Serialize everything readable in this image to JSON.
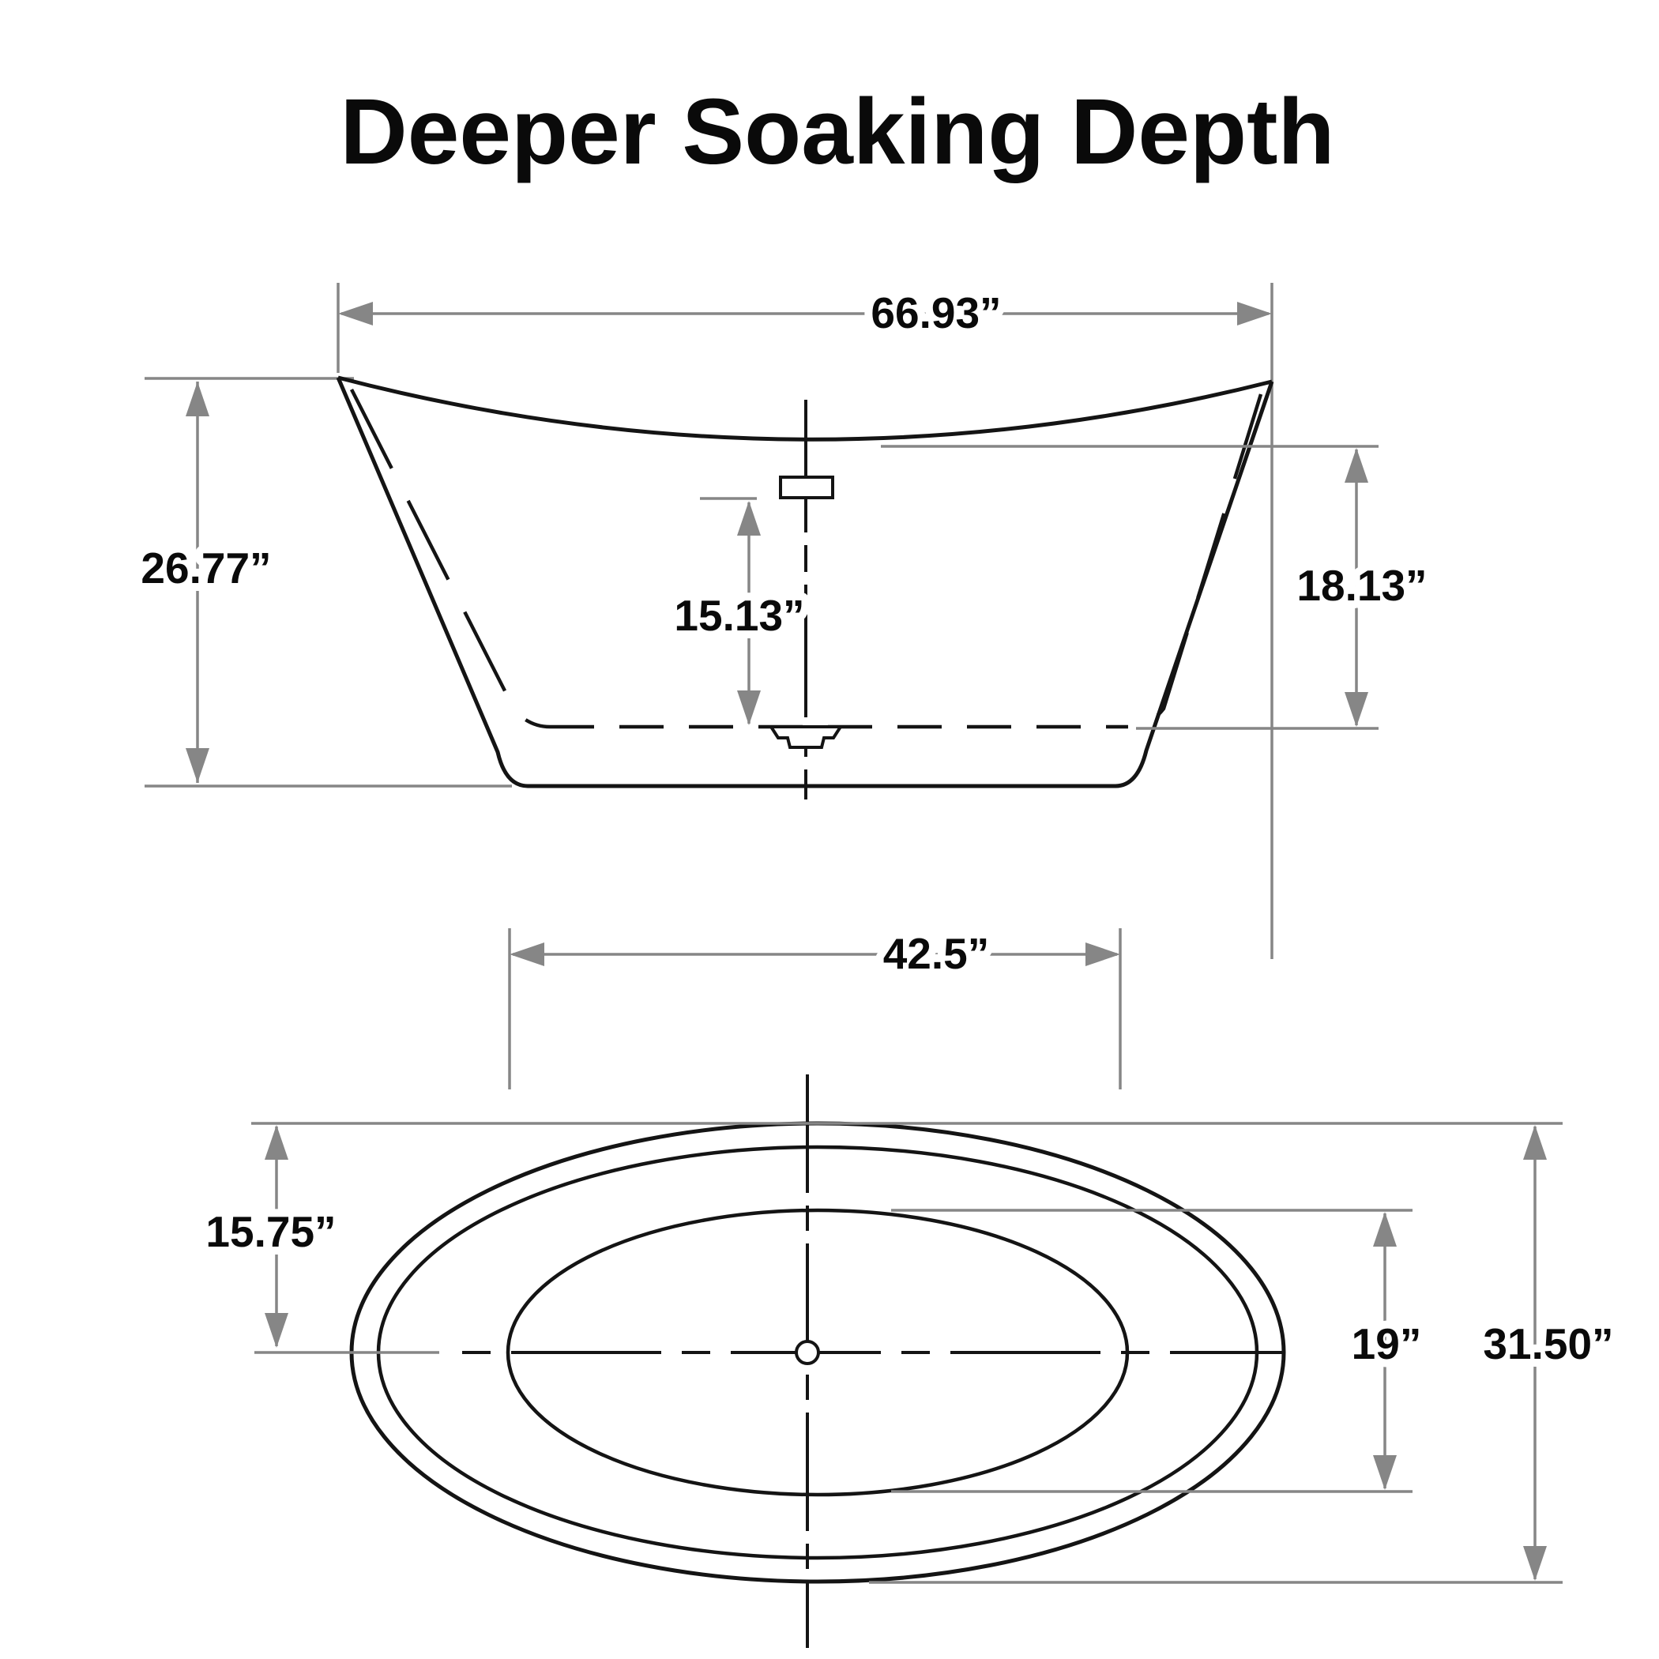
{
  "title": {
    "text": "Deeper Soaking Depth"
  },
  "colors": {
    "background": "#ffffff",
    "line": "#141414",
    "dimension": "#868686",
    "label": "#0a0a0a"
  },
  "side_view": {
    "name": "bathtub front elevation drawing",
    "dimensions": {
      "overall_length": "66.93”",
      "overall_height": "26.77”",
      "soaking_depth": "15.13”",
      "rim_to_floor": "18.13”"
    }
  },
  "plan_view": {
    "name": "bathtub top plan drawing",
    "dimensions": {
      "basin_length": "42.5”",
      "rim_to_centerline": "15.75”",
      "basin_width": "19”",
      "overall_width": "31.50”"
    }
  }
}
